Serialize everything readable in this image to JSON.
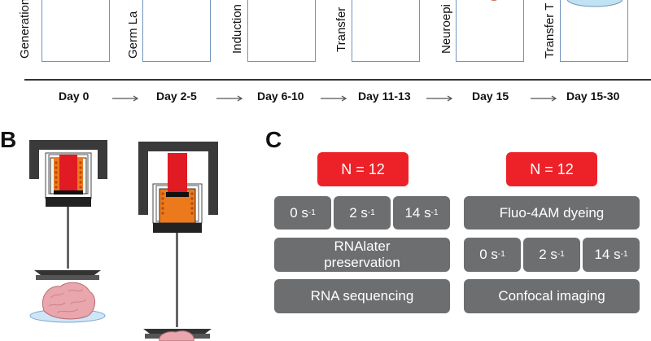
{
  "panel_a": {
    "stage_labels": [
      "Generation",
      "Germ La",
      "Induction",
      "Transfer",
      "Neuroepi",
      "Transfer T"
    ],
    "days": [
      "Day 0",
      "Day 2-5",
      "Day 6-10",
      "Day 11-13",
      "Day 15",
      "Day 15-30"
    ]
  },
  "panel_b": {
    "letter": "B"
  },
  "panel_c": {
    "letter": "C",
    "left": {
      "n_label": "N = 12",
      "rates": [
        {
          "value": "0 s",
          "exp": "-1"
        },
        {
          "value": "2 s",
          "exp": "-1"
        },
        {
          "value": "14 s",
          "exp": "-1"
        }
      ],
      "preservation": "RNAlater preservation",
      "sequencing": "RNA sequencing"
    },
    "right": {
      "n_label": "N = 12",
      "dyeing": "Fluo-4AM dyeing",
      "rates": [
        {
          "value": "0 s",
          "exp": "-1"
        },
        {
          "value": "2 s",
          "exp": "-1"
        },
        {
          "value": "14 s",
          "exp": "-1"
        }
      ],
      "imaging": "Confocal imaging"
    }
  },
  "colors": {
    "accent_red": "#ed2228",
    "box_gray": "#6d6e70",
    "stage_border": "#6f93be"
  }
}
